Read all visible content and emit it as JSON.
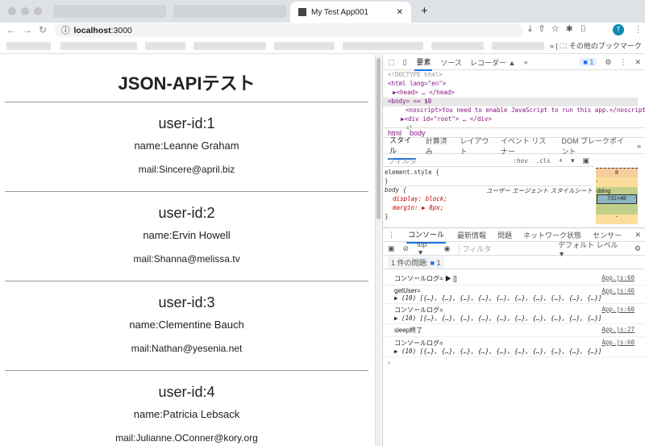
{
  "browser": {
    "active_tab_title": "My Test App001",
    "url_host": "localhost",
    "url_port": ":3000",
    "bookmarks_other": "その他のブックマーク",
    "profile_initial": "T"
  },
  "page": {
    "title": "JSON-APIテスト",
    "users": [
      {
        "id": "user-id:1",
        "name": "name:Leanne Graham",
        "mail": "mail:Sincere@april.biz"
      },
      {
        "id": "user-id:2",
        "name": "name:Ervin Howell",
        "mail": "mail:Shanna@melissa.tv"
      },
      {
        "id": "user-id:3",
        "name": "name:Clementine Bauch",
        "mail": "mail:Nathan@yesenia.net"
      },
      {
        "id": "user-id:4",
        "name": "name:Patricia Lebsack",
        "mail": "mail:Julianne.OConner@kory.org"
      }
    ]
  },
  "devtools": {
    "tabs": [
      "要素",
      "ソース",
      "レコーダー ▲",
      "»"
    ],
    "issues_badge": "1",
    "elements": {
      "doctype": "<!DOCTYPE html>",
      "html_open": "<html lang=\"en\">",
      "head": "▶<head> … </head>",
      "body": "<body> == $0",
      "noscript": "<noscript>You need to enable JavaScript to run this app.</noscript>",
      "root": "▶<div id=\"root\"> … </div>",
      "comment": "<!--"
    },
    "breadcrumb": [
      "html",
      "body"
    ],
    "style_tabs": [
      "スタイル",
      "計算済み",
      "レイアウト",
      "イベント リスナー",
      "DOM ブレークポイント",
      "»"
    ],
    "filter_placeholder": "フィルタ",
    "hov": ":hov",
    "cls": ".cls",
    "element_style": "element.style {",
    "close_brace": "}",
    "body_rule": "body {",
    "ua": "ユーザー エージェント スタイルシート",
    "display": "display: block;",
    "margin": "margin: ▶ 8px;",
    "box": {
      "margin": "8",
      "border": "-",
      "padding_label": "dding",
      "padding": "-",
      "content": "731×48",
      "dash": "-"
    },
    "drawer_tabs": [
      "コンソール",
      "最新情報",
      "問題",
      "ネットワーク状態",
      "センサー"
    ],
    "console": {
      "context": "top ▼",
      "filter_placeholder": "フィルタ",
      "level": "デフォルト レベル ▼",
      "issues": "1 件の問題:",
      "issues_count": "1",
      "logs": [
        {
          "text": "コンソールログ= ▶ []",
          "detail": "",
          "src": "App.js:60"
        },
        {
          "text": "getUser=",
          "detail": "▶ (10) [{…}, {…}, {…}, {…}, {…}, {…}, {…}, {…}, {…}, {…}]",
          "src": "App.js:46"
        },
        {
          "text": "コンソールログ=",
          "detail": "▶ (10) [{…}, {…}, {…}, {…}, {…}, {…}, {…}, {…}, {…}, {…}]",
          "src": "App.js:60"
        },
        {
          "text": "sleep終了",
          "detail": "",
          "src": "App.js:27"
        },
        {
          "text": "コンソールログ=",
          "detail": "▶ (10) [{…}, {…}, {…}, {…}, {…}, {…}, {…}, {…}, {…}, {…}]",
          "src": "App.js:60"
        }
      ],
      "prompt": "›"
    }
  }
}
